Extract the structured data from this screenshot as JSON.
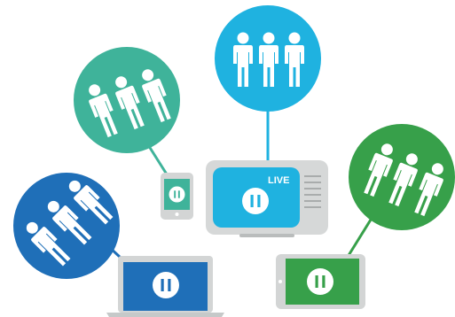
{
  "tv": {
    "badge": "LIVE",
    "screen_color": "#1fb2e0",
    "frame_color": "#d6d8d8"
  },
  "colors": {
    "teal": "#3fb39a",
    "cyan": "#1fb2e0",
    "green": "#37a04a",
    "blue": "#1f6fb8",
    "device_gray": "#d3d5d5",
    "connector_gray": "#b9bcbc",
    "person": "#ffffff"
  },
  "icons": {
    "audience": "people-group-icon",
    "playback": "pause-icon",
    "speaker": "speaker-grille-icon"
  },
  "audiences": [
    {
      "name": "teal-audience",
      "color": "#3fb39a",
      "device": "phone"
    },
    {
      "name": "cyan-audience",
      "color": "#1fb2e0",
      "device": "tv"
    },
    {
      "name": "green-audience",
      "color": "#37a04a",
      "device": "tablet"
    },
    {
      "name": "blue-audience",
      "color": "#1f6fb8",
      "device": "laptop"
    }
  ]
}
